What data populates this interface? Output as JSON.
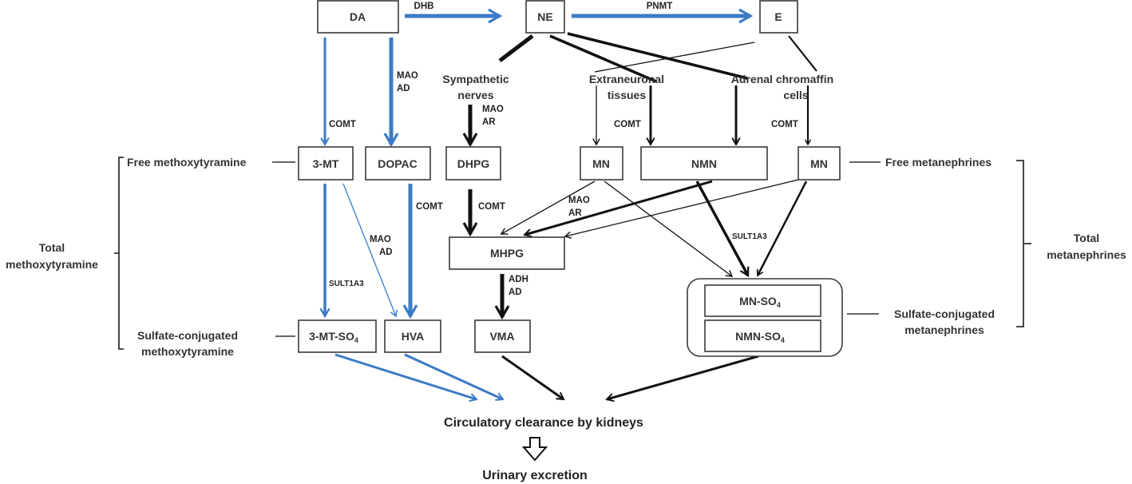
{
  "nodes": {
    "da": "DA",
    "ne": "NE",
    "e": "E",
    "mt3": "3-MT",
    "dopac": "DOPAC",
    "dhpg": "DHPG",
    "mn1": "MN",
    "nmn": "NMN",
    "mn2": "MN",
    "mhpg": "MHPG",
    "mt3so4": "3-MT-SO",
    "hva": "HVA",
    "vma": "VMA",
    "mnso4": "MN-SO",
    "nmnso4": "NMN-SO",
    "so4_subscript": "4"
  },
  "tissues": {
    "sympathetic_1": "Sympathetic",
    "sympathetic_2": "nerves",
    "extraneuronal_1": "Extraneuronal",
    "extraneuronal_2": "tissues",
    "adrenal_1": "Adrenal chromaffin",
    "adrenal_2": "cells"
  },
  "enzymes": {
    "dhb": "DHB",
    "pnmt": "PNMT",
    "comt_da": "COMT",
    "mao_ad_da_1": "MAO",
    "mao_ad_da_2": "AD",
    "mao_ar_symp_1": "MAO",
    "mao_ar_symp_2": "AR",
    "comt_extra": "COMT",
    "comt_adrenal": "COMT",
    "comt_dopac": "COMT",
    "comt_dhpg": "COMT",
    "mao_ad_3mt_1": "MAO",
    "mao_ad_3mt_2": "AD",
    "sult_3mt": "SULT1A3",
    "mao_ar_mn_1": "MAO",
    "mao_ar_mn_2": "AR",
    "sult_mn": "SULT1A3",
    "adh_ad_1": "ADH",
    "adh_ad_2": "AD"
  },
  "side_labels": {
    "free_mt": "Free methoxytyramine",
    "total_mt_1": "Total",
    "total_mt_2": "methoxytyramine",
    "sulfate_mt_1": "Sulfate-conjugated",
    "sulfate_mt_2": "methoxytyramine",
    "free_met": "Free metanephrines",
    "total_met_1": "Total",
    "total_met_2": "metanephrines",
    "sulfate_met_1": "Sulfate-conjugated",
    "sulfate_met_2": "metanephrines"
  },
  "outputs": {
    "clearance": "Circulatory clearance by kidneys",
    "excretion": "Urinary excretion"
  },
  "colors": {
    "dopamine_pathway": "#3b7bc6",
    "norepinephrine_pathway": "#111111"
  }
}
